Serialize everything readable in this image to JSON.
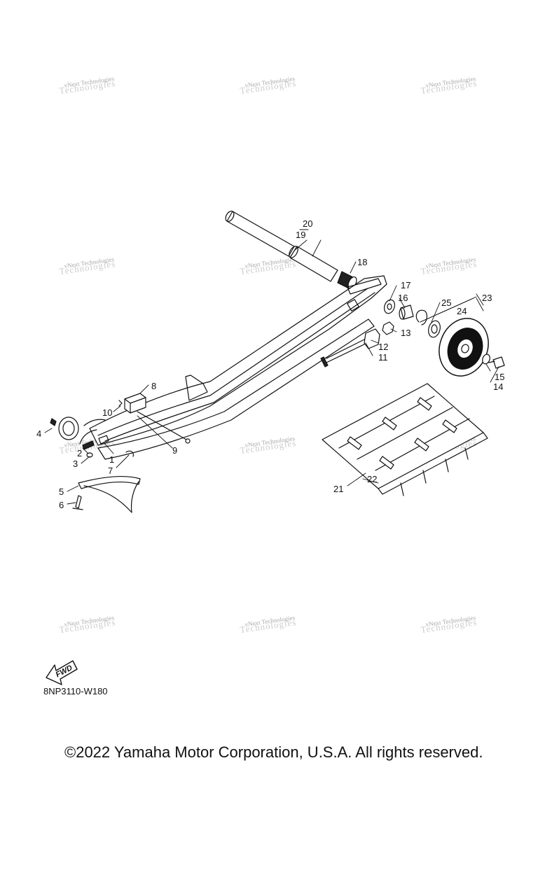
{
  "watermark": {
    "text": "vNext Technologies",
    "ghost": "Technologies"
  },
  "callouts": [
    "1",
    "2",
    "3",
    "4",
    "5",
    "6",
    "7",
    "8",
    "9",
    "10",
    "11",
    "12",
    "13",
    "14",
    "15",
    "16",
    "17",
    "18",
    "19",
    "20",
    "21",
    "22",
    "23",
    "24",
    "25"
  ],
  "fwd_label": "FWD",
  "diagram_code": "8NP3110-W180",
  "copyright": "©2022 Yamaha Motor Corporation, U.S.A. All rights reserved."
}
